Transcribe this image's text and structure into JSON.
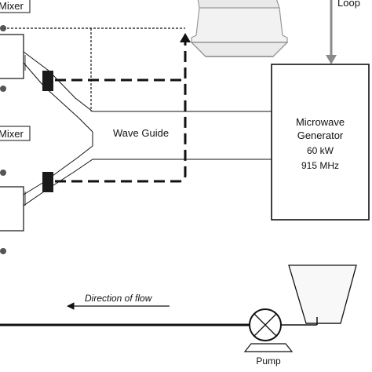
{
  "labels": {
    "mixer_top": "Mixer",
    "mixer_mid": "Mixer",
    "loop": "Loop",
    "wave_guide": "Wave Guide",
    "generator_line1": "Microwave",
    "generator_line2": "Generator",
    "generator_power": "60 kW",
    "generator_freq": "915 MHz",
    "direction": "Direction of flow",
    "pump": "Pump"
  },
  "colors": {
    "stroke": "#111111",
    "shade": "#bdbdbd",
    "fill_light": "#f6f6f6",
    "coupler": "#1a1a1a"
  }
}
